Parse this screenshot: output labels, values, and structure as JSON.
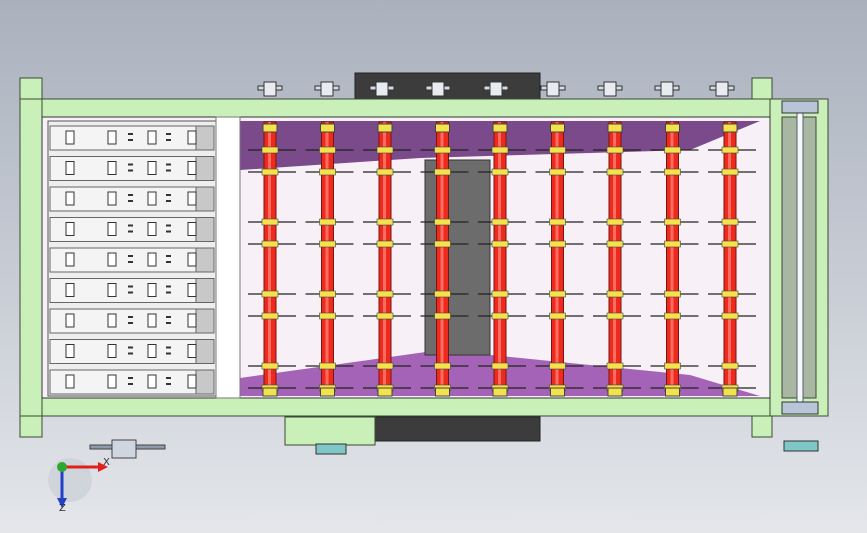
{
  "colors": {
    "frame": "#c9f0b8",
    "frame_edge": "#3b4a34",
    "roller": "#ee2a1e",
    "roller_cap": "#f2e24b",
    "purple_top": "#7a4a8a",
    "purple_bottom": "#a463b6",
    "belt": "#3a3a3a",
    "floor": "#f7f1f7",
    "shaft": "#8c9ab0"
  },
  "icons": {
    "triad": "xyz-axis-triad-icon"
  },
  "triad": {
    "x_label": "X",
    "z_label": "Z"
  },
  "rollers_count": 9,
  "left_panels_count": 9
}
